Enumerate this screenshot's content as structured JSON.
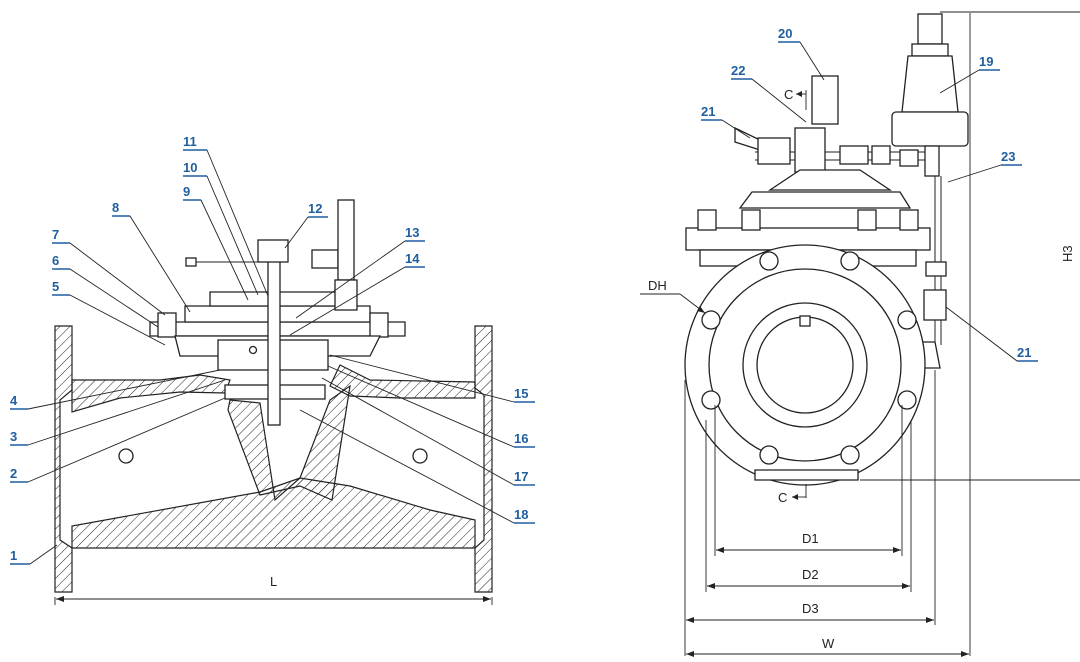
{
  "left_view": {
    "callouts": [
      {
        "id": "c1",
        "label": "1"
      },
      {
        "id": "c2",
        "label": "2"
      },
      {
        "id": "c3",
        "label": "3"
      },
      {
        "id": "c4",
        "label": "4"
      },
      {
        "id": "c5",
        "label": "5"
      },
      {
        "id": "c6",
        "label": "6"
      },
      {
        "id": "c7",
        "label": "7"
      },
      {
        "id": "c8",
        "label": "8"
      },
      {
        "id": "c9",
        "label": "9"
      },
      {
        "id": "c10",
        "label": "10"
      },
      {
        "id": "c11",
        "label": "11"
      },
      {
        "id": "c12",
        "label": "12"
      },
      {
        "id": "c13",
        "label": "13"
      },
      {
        "id": "c14",
        "label": "14"
      },
      {
        "id": "c15",
        "label": "15"
      },
      {
        "id": "c16",
        "label": "16"
      },
      {
        "id": "c17",
        "label": "17"
      },
      {
        "id": "c18",
        "label": "18"
      }
    ],
    "dimension_L": "L"
  },
  "right_view": {
    "callouts": [
      {
        "id": "c19",
        "label": "19"
      },
      {
        "id": "c20",
        "label": "20"
      },
      {
        "id": "c21a",
        "label": "21"
      },
      {
        "id": "c21b",
        "label": "21"
      },
      {
        "id": "c22",
        "label": "22"
      },
      {
        "id": "c23",
        "label": "23"
      }
    ],
    "section_top": "C",
    "section_bottom": "C",
    "dh_label": "DH",
    "h3_label": "H3",
    "dimensions": [
      "D1",
      "D2",
      "D3",
      "W"
    ]
  },
  "colors": {
    "callout": "#1f5f9f",
    "line": "#222222"
  }
}
